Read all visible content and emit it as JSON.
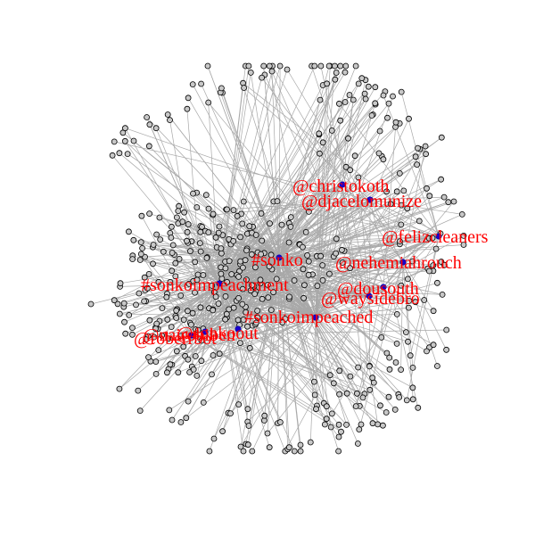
{
  "network": {
    "colors": {
      "edge": "#a8a8a8",
      "node_fill": "#c8c8c8",
      "node_border": "#000000",
      "hub": "#1a00cc",
      "label": "#ff0000",
      "background": "#ffffff"
    },
    "hub_labels": [
      "@christokoth",
      "@djacelomunize",
      "@felizcleaners",
      "@nehemiahrouch",
      "#sonko",
      "#sonkoimpeachment",
      "@dousouth",
      "@waysidebro",
      "#sonkoimpeached",
      "@sonkoout",
      "@roberrbot",
      "@nairobiben"
    ]
  }
}
